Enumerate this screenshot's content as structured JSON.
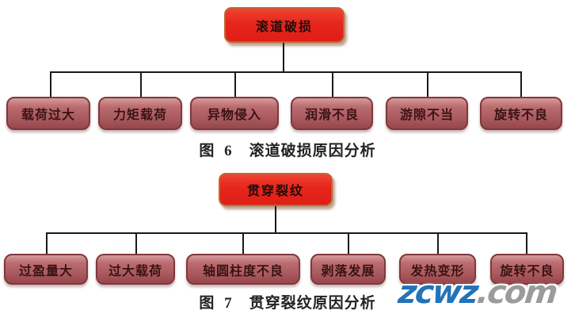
{
  "diagrams": [
    {
      "root": "滚道破损",
      "children": [
        "载荷过大",
        "力矩载荷",
        "异物侵入",
        "润滑不良",
        "游隙不当",
        "旋转不良"
      ],
      "caption": {
        "fig": "图 6",
        "title": "滚道破损原因分析"
      }
    },
    {
      "root": "贯穿裂纹",
      "children": [
        "过盈量大",
        "过大载荷",
        "轴圆柱度不良",
        "剥落发展",
        "发热变形",
        "旋转不良"
      ],
      "caption": {
        "fig": "图 7",
        "title": "贯穿裂纹原因分析"
      }
    }
  ],
  "watermark": {
    "name": "zcwz",
    "tld": ".com"
  },
  "colors": {
    "root_fill": "#e6251b",
    "root_border": "#c2662f",
    "child_fill": "#ab5c60",
    "child_border": "#7f383d",
    "connector": "#191919",
    "watermark_name": "#2173ba",
    "watermark_tld": "#9b9b9b"
  }
}
